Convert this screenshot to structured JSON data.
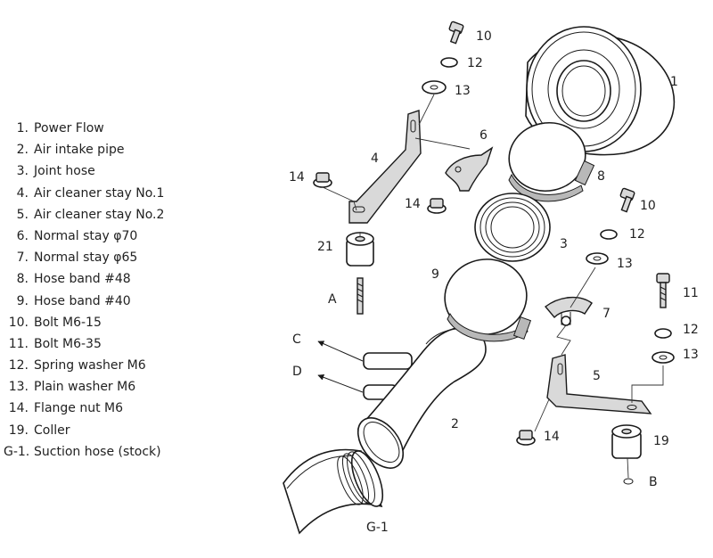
{
  "legend": [
    {
      "num": "1.",
      "name": "Power Flow"
    },
    {
      "num": "2.",
      "name": "Air intake pipe"
    },
    {
      "num": "3.",
      "name": "Joint hose"
    },
    {
      "num": "4.",
      "name": "Air cleaner stay  No.1"
    },
    {
      "num": "5.",
      "name": "Air cleaner stay  No.2"
    },
    {
      "num": "6.",
      "name": "Normal stay  φ70"
    },
    {
      "num": "7.",
      "name": "Normal stay  φ65"
    },
    {
      "num": "8.",
      "name": "Hose band  #48"
    },
    {
      "num": "9.",
      "name": "Hose band  #40"
    },
    {
      "num": "10.",
      "name": "Bolt  M6-15"
    },
    {
      "num": "11.",
      "name": "Bolt  M6-35"
    },
    {
      "num": "12.",
      "name": "Spring washer  M6"
    },
    {
      "num": "13.",
      "name": "Plain washer  M6"
    },
    {
      "num": "14.",
      "name": "Flange nut  M6"
    },
    {
      "num": "19.",
      "name": "Coller"
    },
    {
      "num": "G-1.",
      "name": "Suction hose (stock)"
    }
  ],
  "callouts": {
    "c1": "1",
    "c2": "2",
    "c3": "3",
    "c4": "4",
    "c5": "5",
    "c6": "6",
    "c7": "7",
    "c8": "8",
    "c9": "9",
    "c10a": "10",
    "c10b": "10",
    "c11": "11",
    "c12a": "12",
    "c12b": "12",
    "c12c": "12",
    "c13a": "13",
    "c13b": "13",
    "c13c": "13",
    "c14a": "14",
    "c14b": "14",
    "c14c": "14",
    "c19": "19",
    "c21": "21",
    "cA": "A",
    "cB": "B",
    "cC": "C",
    "cD": "D",
    "cG1": "G-1"
  }
}
